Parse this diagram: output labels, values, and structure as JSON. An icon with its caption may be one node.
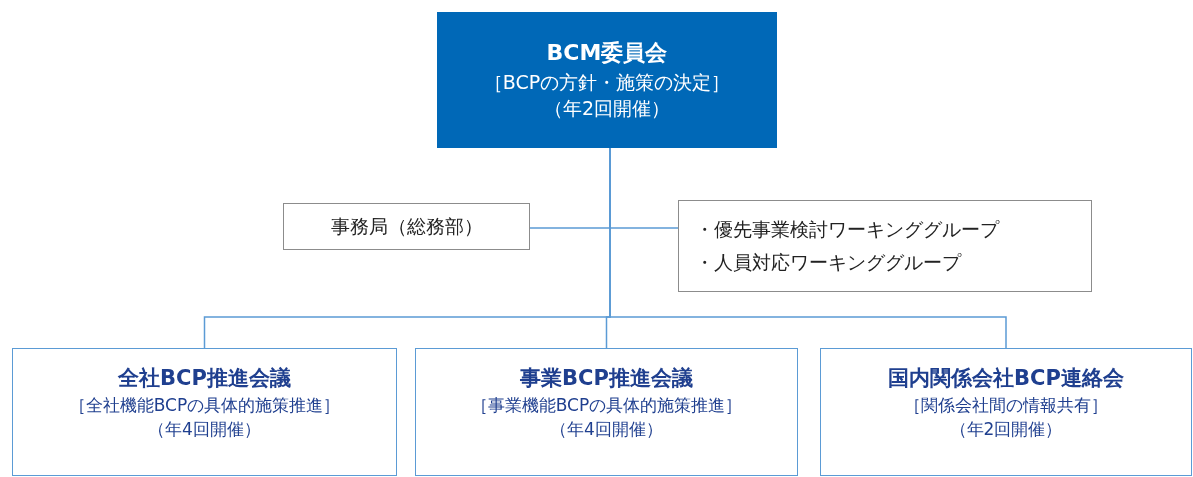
{
  "diagram": {
    "nodes": [
      {
        "text": [
          "BCM委員会",
          "［BCPの方針・施策の決定］",
          "（年2回開催）"
        ]
      },
      {
        "text": [
          "事務局（総務部）"
        ]
      },
      {
        "text": [
          "・優先事業検討ワーキンググループ",
          "・人員対応ワーキンググループ"
        ]
      },
      {
        "text": [
          "全社BCP推進会議",
          "［全社機能BCPの具体的施策推進］",
          "（年4回開催）"
        ]
      },
      {
        "text": [
          "事業BCP推進会議",
          "［事業機能BCPの具体的施策推進］",
          "（年4回開催）"
        ]
      },
      {
        "text": [
          "国内関係会社BCP連絡会",
          "［関係会社間の情報共有］",
          "（年2回開催）"
        ]
      }
    ],
    "edges": [
      {
        "from": 0,
        "to": 1,
        "arrow": "none"
      },
      {
        "from": 0,
        "to": 2,
        "arrow": "none"
      },
      {
        "from": 0,
        "to": 3,
        "arrow": "none"
      },
      {
        "from": 0,
        "to": 4,
        "arrow": "none"
      },
      {
        "from": 0,
        "to": 5,
        "arrow": "none"
      }
    ]
  }
}
